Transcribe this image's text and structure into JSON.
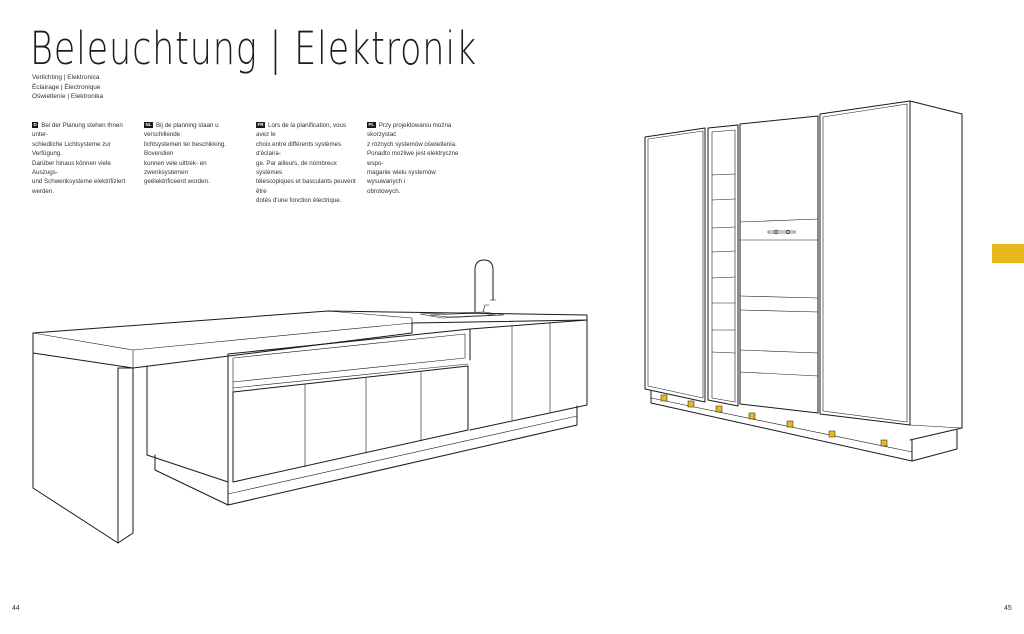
{
  "page": {
    "title": "Beleuchtung | Elektronik",
    "subtitles": [
      "Verlichting | Elektronica",
      "Éclairage | Électronique",
      "Oświetlenie | Elektronika"
    ],
    "columns": [
      {
        "lang": "D",
        "lines": [
          "Bei der Planung stehen Ihnen unter-",
          "schiedliche Lichtsysteme zur Verfügung.",
          "Darüber hinaus können viele Auszugs-",
          "und Schwenksysteme elektrifiziert",
          "werden."
        ]
      },
      {
        "lang": "NL",
        "lines": [
          "Bij de planning staan u verschillende",
          "lichtsystemen ter beschikking. Bovendien",
          "kunnen vele uittrek- en zwenksystemen",
          "geëlektrificeerd worden."
        ]
      },
      {
        "lang": "FR",
        "lines": [
          "Lors de la planification, vous avez le",
          "choix entre différents systèmes d'éclaira-",
          "ge. Par ailleurs, de nombreux systèmes",
          "télescopiques et basculants peuvent être",
          "dotés d'une fonction électrique."
        ]
      },
      {
        "lang": "PL",
        "lines": [
          "Przy projektowaniu można skorzystać",
          "z różnych systemów oświetlenia.",
          "Ponadto możliwe jest elektryczne wspo-",
          "maganie wielu systemów wysuwanych i",
          "obrotowych."
        ]
      }
    ],
    "page_left": "44",
    "page_right": "45",
    "accent": "#e8b81c"
  },
  "icons": {
    "lamp_icons": "led-light-icon"
  }
}
